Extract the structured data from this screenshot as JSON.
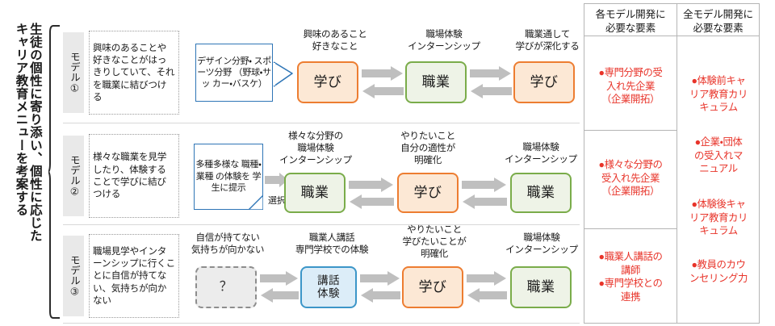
{
  "heading": {
    "line_right": "生徒の個性に寄り添い、個性に応じた",
    "line_left": "キャリア教育メニューを考案する"
  },
  "models": [
    {
      "tag": "モデル①",
      "description": "興味のあることや好きなことがはっきりしていて、それを職業に結びつける",
      "callout": "デザイン分野・\nスポーツ分野\n（野球・サッ\nカー・バスケ）",
      "steps": [
        {
          "caption": "興味のあること\n好きなこと",
          "label": "学び",
          "style": "learn"
        },
        {
          "caption": "職場体験\nインターンシップ",
          "label": "職業",
          "style": "job"
        },
        {
          "caption": "職業通して\n学びが深化する",
          "label": "学び",
          "style": "learn"
        }
      ]
    },
    {
      "tag": "モデル②",
      "description": "様々な職業を見学したり、体験することで学びに結びつける",
      "note": "多種多様な\n職種・業種\nの体験を\n学生に提示",
      "note_arrow_label": "選択",
      "steps": [
        {
          "caption": "様々な分野の\n職場体験\nインターンシップ",
          "label": "職業",
          "style": "job"
        },
        {
          "caption": "やりたいこと\n自分の適性が\n明確化",
          "label": "学び",
          "style": "learn"
        },
        {
          "caption": "職場体験\nインターンシップ",
          "label": "職業",
          "style": "job"
        }
      ]
    },
    {
      "tag": "モデル③",
      "description": "職場見学やインターンシップに行くことに自信が持てない、気持ちが向かない",
      "steps": [
        {
          "caption": "自信が持てない\n気持ちが向かない",
          "label": "？",
          "style": "unknown"
        },
        {
          "caption": "職業人講話\n専門学校での体験",
          "label": "講話\n体験",
          "style": "talk"
        },
        {
          "caption": "やりたいこと\n学びたいことが\n明確化",
          "label": "学び",
          "style": "learn"
        },
        {
          "caption": "職場体験\nインターンシップ",
          "label": "職業",
          "style": "job"
        }
      ]
    }
  ],
  "table": {
    "col_each": {
      "header": "各モデル開発に\n必要な要素",
      "rows": [
        "●専門分野の受\n入れ先企業\n（企業開拓）",
        "●様々な分野の\n受入れ先企業\n（企業開拓）",
        "●職業人講話の\n講師\n●専門学校との\n連携"
      ]
    },
    "col_all": {
      "header": "全モデル開発に\n必要な要素",
      "items": [
        "●体験前キャ\nリア教育カリ\nキュラム",
        "●企業・団体\nの受入れマ\nニュアル",
        "●体験後キャ\nリア教育カリ\nキュラム",
        "●教員のカウ\nンセリング力"
      ]
    }
  },
  "colors": {
    "learn_border": "#ED7D31",
    "learn_fill": "#FCE8D5",
    "job_border": "#7AAC4A",
    "job_fill": "#EEF3E7",
    "talk_border": "#3C96C8",
    "talk_fill": "#DCEDF8",
    "callout_border": "#2E75B6",
    "red_text": "#E8342A",
    "arrow_gray": "#BFBFBF",
    "tag_bg": "#E9E9E9"
  }
}
